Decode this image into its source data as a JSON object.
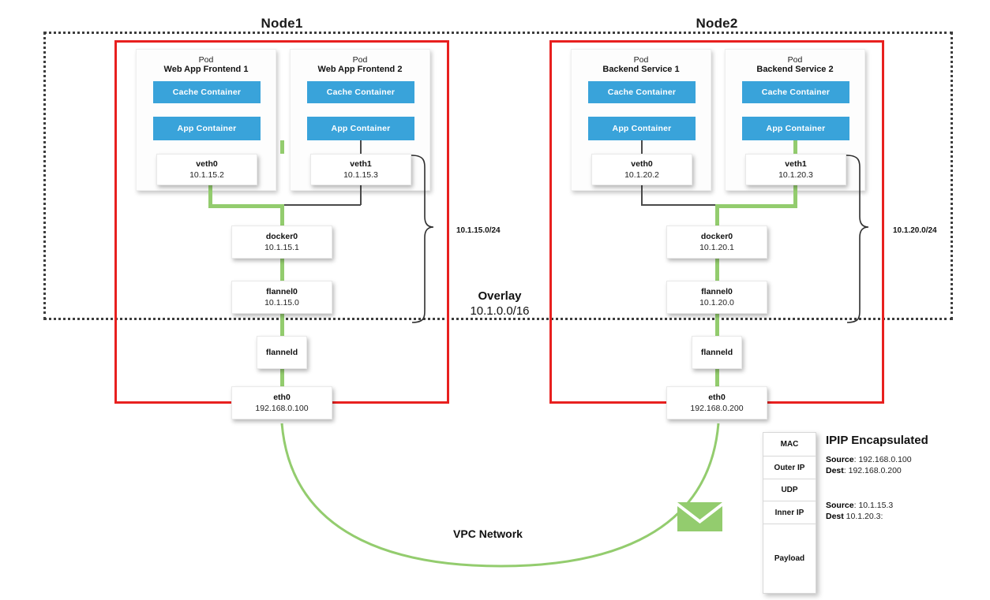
{
  "overlay": {
    "label": "Overlay",
    "cidr": "10.1.0.0/16"
  },
  "vpc": {
    "label": "VPC Network"
  },
  "nodes": [
    {
      "title": "Node1",
      "subnet_label": "10.1.15.0/24",
      "pods": [
        {
          "kind": "Pod",
          "name": "Web App Frontend 1",
          "containers": [
            "Cache Container",
            "App Container"
          ],
          "veth": {
            "name": "veth0",
            "ip": "10.1.15.2"
          }
        },
        {
          "kind": "Pod",
          "name": "Web App Frontend 2",
          "containers": [
            "Cache Container",
            "App Container"
          ],
          "veth": {
            "name": "veth1",
            "ip": "10.1.15.3"
          }
        }
      ],
      "devices": [
        {
          "name": "docker0",
          "ip": "10.1.15.1"
        },
        {
          "name": "flannel0",
          "ip": "10.1.15.0"
        },
        {
          "name": "flanneld",
          "ip": ""
        },
        {
          "name": "eth0",
          "ip": "192.168.0.100"
        }
      ]
    },
    {
      "title": "Node2",
      "subnet_label": "10.1.20.0/24",
      "pods": [
        {
          "kind": "Pod",
          "name": "Backend Service 1",
          "containers": [
            "Cache Container",
            "App Container"
          ],
          "veth": {
            "name": "veth0",
            "ip": "10.1.20.2"
          }
        },
        {
          "kind": "Pod",
          "name": "Backend Service 2",
          "containers": [
            "Cache Container",
            "App Container"
          ],
          "veth": {
            "name": "veth1",
            "ip": "10.1.20.3"
          }
        }
      ],
      "devices": [
        {
          "name": "docker0",
          "ip": "10.1.20.1"
        },
        {
          "name": "flannel0",
          "ip": "10.1.20.0"
        },
        {
          "name": "flanneld",
          "ip": ""
        },
        {
          "name": "eth0",
          "ip": "192.168.0.200"
        }
      ]
    }
  ],
  "packet": {
    "title": "IPIP Encapsulated",
    "layers": [
      "MAC",
      "Outer IP",
      "UDP",
      "Inner IP",
      "Payload"
    ],
    "outer": {
      "source_label": "Source",
      "source_value": ": 192.168.0.100",
      "dest_label": "Dest",
      "dest_value": ": 192.168.0.200"
    },
    "inner": {
      "source_label": "Source",
      "source_value": ": 10.1.15.3",
      "dest_label": "Dest",
      "dest_value": " 10.1.20.3:"
    }
  },
  "colors": {
    "node_border": "#e8201f",
    "container": "#39a3da",
    "flow_green": "#93cc6e",
    "overlay_dotted": "#3d3d3d"
  },
  "icons": {
    "envelope": "envelope-icon"
  }
}
